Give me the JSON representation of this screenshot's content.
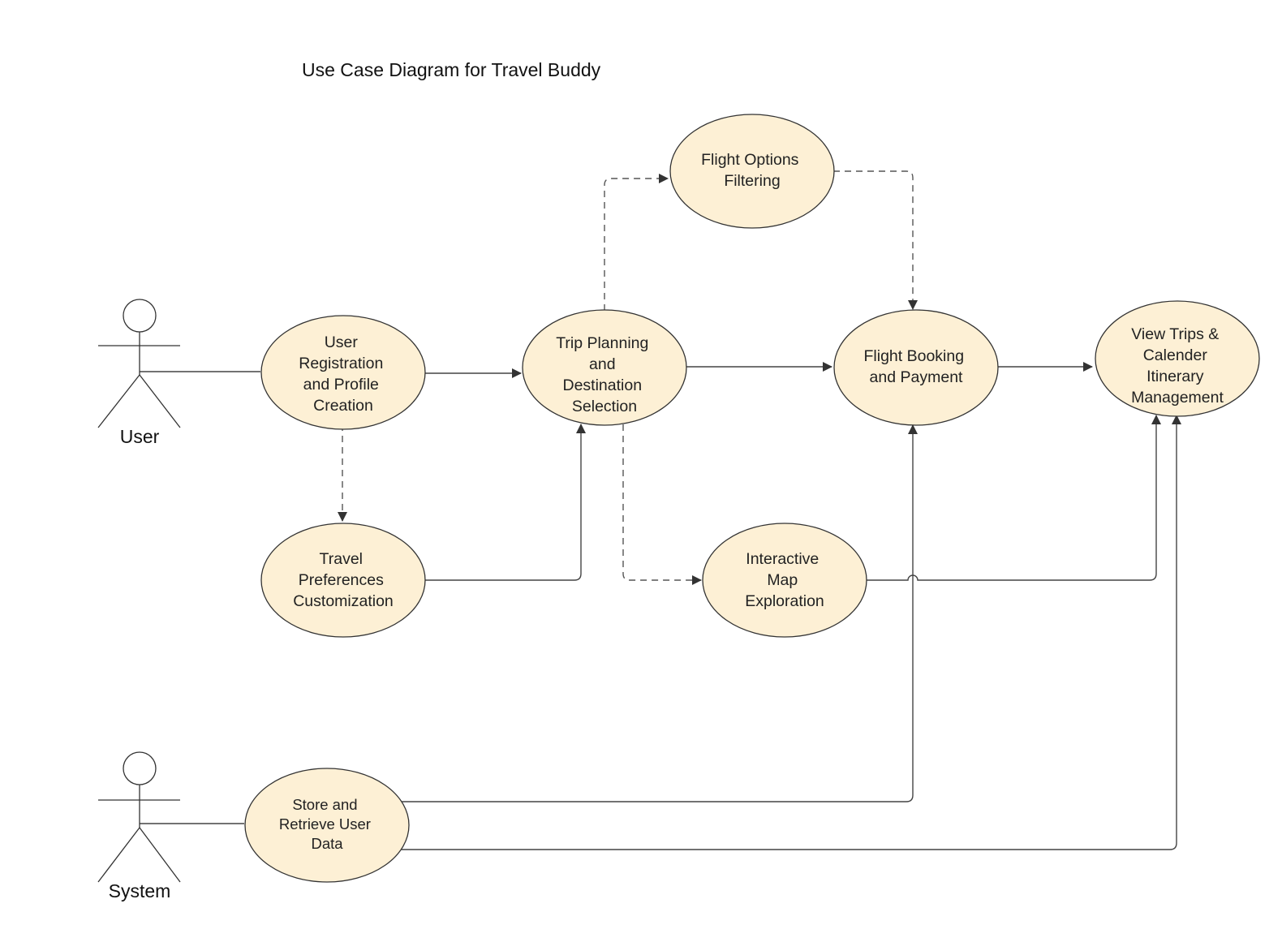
{
  "title": "Use Case Diagram for Travel Buddy",
  "actors": [
    {
      "name": "User"
    },
    {
      "name": "System"
    }
  ],
  "use_cases": {
    "registration": [
      "User",
      "Registration",
      "and Profile",
      "Creation"
    ],
    "preferences": [
      "Travel",
      "Preferences",
      "Customization"
    ],
    "trip_planning": [
      "Trip Planning",
      "and",
      "Destination",
      "Selection"
    ],
    "flight_options": [
      "Flight Options",
      "Filtering"
    ],
    "flight_booking": [
      "Flight Booking",
      "and Payment"
    ],
    "map_exploration": [
      "Interactive",
      "Map",
      "Exploration"
    ],
    "itinerary": [
      "View Trips &",
      "Calender",
      "Itinerary",
      "Management"
    ],
    "store_data": [
      "Store and",
      "Retrieve User",
      "Data"
    ]
  },
  "colors": {
    "use_case_fill": "#fdf0d5",
    "stroke": "#333333"
  }
}
